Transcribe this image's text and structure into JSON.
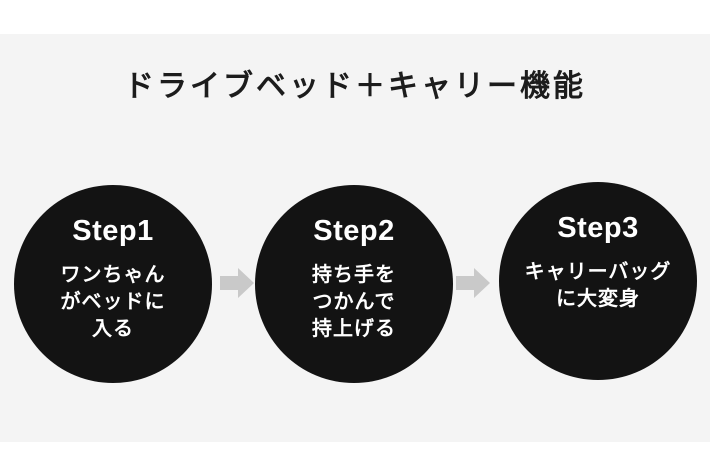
{
  "title": "ドライブベッド＋キャリー機能",
  "steps": [
    {
      "label": "Step1",
      "lines": [
        "ワンちゃん",
        "がベッドに",
        "入る"
      ]
    },
    {
      "label": "Step2",
      "lines": [
        "持ち手を",
        "つかんで",
        "持上げる"
      ]
    },
    {
      "label": "Step3",
      "lines": [
        "キャリーバッグ",
        "に大変身"
      ]
    }
  ],
  "icons": {
    "step_connector": "arrow-right-icon"
  },
  "colors": {
    "background": "#ffffff",
    "panel": "#f4f4f4",
    "circle": "#131313",
    "arrow": "#c9c9c9",
    "title_text": "#1c1c1c",
    "circle_text": "#ffffff"
  }
}
